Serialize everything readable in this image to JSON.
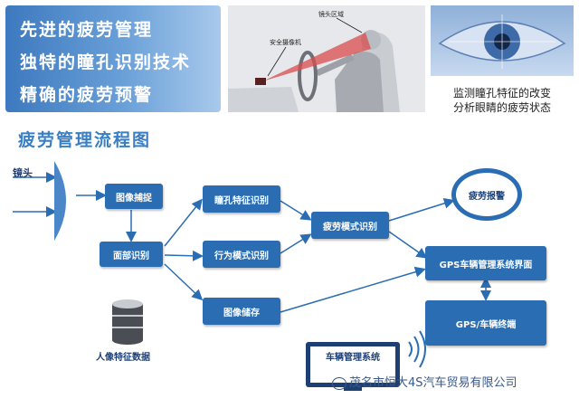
{
  "banner": {
    "line1": "先进的疲劳管理",
    "line2": "独特的瞳孔识别技术",
    "line3": "精确的疲劳预警"
  },
  "photo": {
    "label_camera_range": "镜头区域",
    "label_camera": "安全摄像机"
  },
  "eye": {
    "caption_line1": "监测瞳孔特征的改变",
    "caption_line2": "分析眼睛的疲劳状态"
  },
  "flow": {
    "title": "疲劳管理流程图",
    "lens_label": "镜头",
    "capture": "图像捕捉",
    "face": "面部识别",
    "pupil": "瞳孔特征识别",
    "behavior": "行为模式识别",
    "storage": "图像储存",
    "fatigue_mode": "疲劳模式识别",
    "alarm": "疲劳报警",
    "gps_interface": "GPS车辆管理系统界面",
    "gps_terminal": "GPS/车辆终端",
    "vehicle_system": "车辆管理系统",
    "db_label": "人像特征数据"
  },
  "watermark": "茂名市恒大4S汽车贸易有限公司",
  "colors": {
    "box": "#2b6db3",
    "banner": "#3d79bf",
    "title": "#3a7fc4"
  }
}
